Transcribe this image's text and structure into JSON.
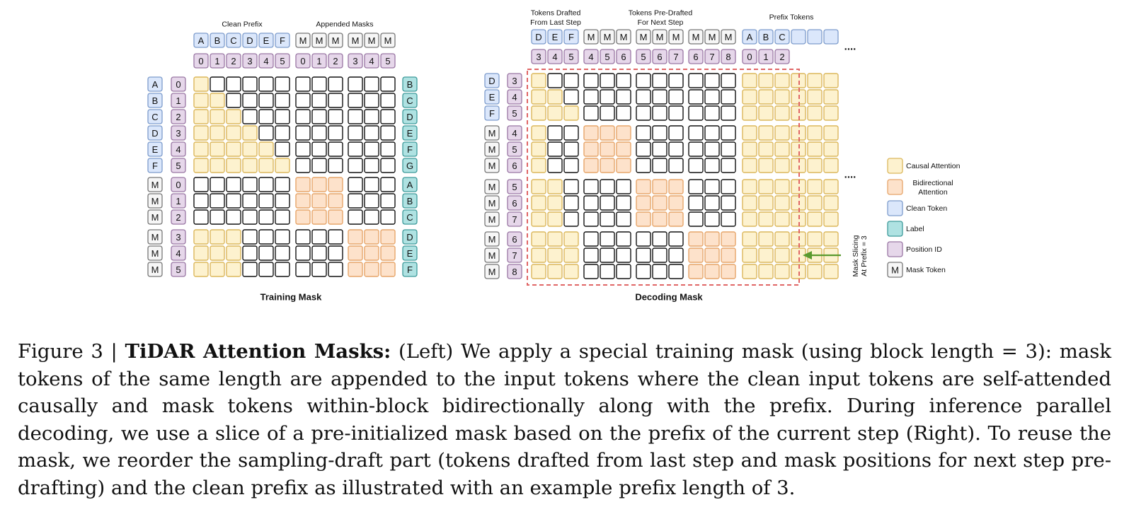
{
  "training": {
    "title": "Training Mask",
    "group_labels": {
      "clean": "Clean Prefix",
      "masks": "Appended Masks"
    },
    "col_tokens": [
      "A",
      "B",
      "C",
      "D",
      "E",
      "F",
      "M",
      "M",
      "M",
      "M",
      "M",
      "M"
    ],
    "col_pos": [
      "0",
      "1",
      "2",
      "3",
      "4",
      "5",
      "0",
      "1",
      "2",
      "3",
      "4",
      "5"
    ],
    "row_tokens": [
      "A",
      "B",
      "C",
      "D",
      "E",
      "F",
      "M",
      "M",
      "M",
      "M",
      "M",
      "M"
    ],
    "row_pos": [
      "0",
      "1",
      "2",
      "3",
      "4",
      "5",
      "0",
      "1",
      "2",
      "3",
      "4",
      "5"
    ],
    "row_labels": [
      "B",
      "C",
      "D",
      "E",
      "F",
      "G",
      "A",
      "B",
      "C",
      "D",
      "E",
      "F"
    ]
  },
  "decoding": {
    "title": "Decoding Mask",
    "group_labels": {
      "drafted": [
        "Tokens Drafted",
        "From Last Step"
      ],
      "predrafted": [
        "Tokens Pre-Drafted",
        "For Next Step"
      ],
      "prefix": "Prefix Tokens"
    },
    "col_tokens": [
      "D",
      "E",
      "F",
      "M",
      "M",
      "M",
      "M",
      "M",
      "M",
      "M",
      "M",
      "M",
      "A",
      "B",
      "C",
      "",
      "",
      ""
    ],
    "col_pos": [
      "3",
      "4",
      "5",
      "4",
      "5",
      "6",
      "5",
      "6",
      "7",
      "6",
      "7",
      "8",
      "0",
      "1",
      "2"
    ],
    "row_tokens": [
      "D",
      "E",
      "F",
      "M",
      "M",
      "M",
      "M",
      "M",
      "M",
      "M",
      "M",
      "M"
    ],
    "row_pos": [
      "3",
      "4",
      "5",
      "4",
      "5",
      "6",
      "5",
      "6",
      "7",
      "6",
      "7",
      "8"
    ],
    "ellipsis": "....",
    "slice_label": [
      "Mask Slicing",
      "At Prefix = 3"
    ]
  },
  "legend": [
    {
      "key": "causal",
      "label": [
        "Causal Attention"
      ]
    },
    {
      "key": "bidir",
      "label": [
        "Bidirectional",
        "Attention"
      ]
    },
    {
      "key": "clean",
      "label": [
        "Clean Token"
      ]
    },
    {
      "key": "label",
      "label": [
        "Label"
      ]
    },
    {
      "key": "pos",
      "label": [
        "Position ID"
      ]
    },
    {
      "key": "mask",
      "label": [
        "Mask Token"
      ],
      "glyph": "M"
    }
  ],
  "colors": {
    "causal_fill": "#fdf2cf",
    "causal_stroke": "#dbb75c",
    "bidir_fill": "#fde2cb",
    "bidir_stroke": "#e6a56a",
    "clean_fill": "#dbe7fb",
    "clean_stroke": "#7d9ccc",
    "label_fill": "#afe2e2",
    "label_stroke": "#3d9a9a",
    "pos_fill": "#e6d7ea",
    "pos_stroke": "#9a77a4",
    "mask_fill": "#f6f6f6",
    "mask_stroke": "#777777",
    "grid_stroke": "#111111",
    "slice_stroke": "#e06666",
    "arrow": "#5a9a2f"
  },
  "caption": {
    "fig_label": "Figure 3 | ",
    "title": "TiDAR Attention Masks:",
    "body": " (Left) We apply a special training mask (using block length = 3): mask tokens of the same length are appended to the input tokens where the clean input tokens are self-attended causally and mask tokens within-block bidirectionally along with the prefix. During inference parallel decoding, we use a slice of a pre-initialized mask based on the prefix of the current step (Right). To reuse the mask, we reorder the sampling-draft part (tokens drafted from last step and mask positions for next step pre-drafting) and the clean prefix as illustrated with an example prefix length of 3."
  }
}
